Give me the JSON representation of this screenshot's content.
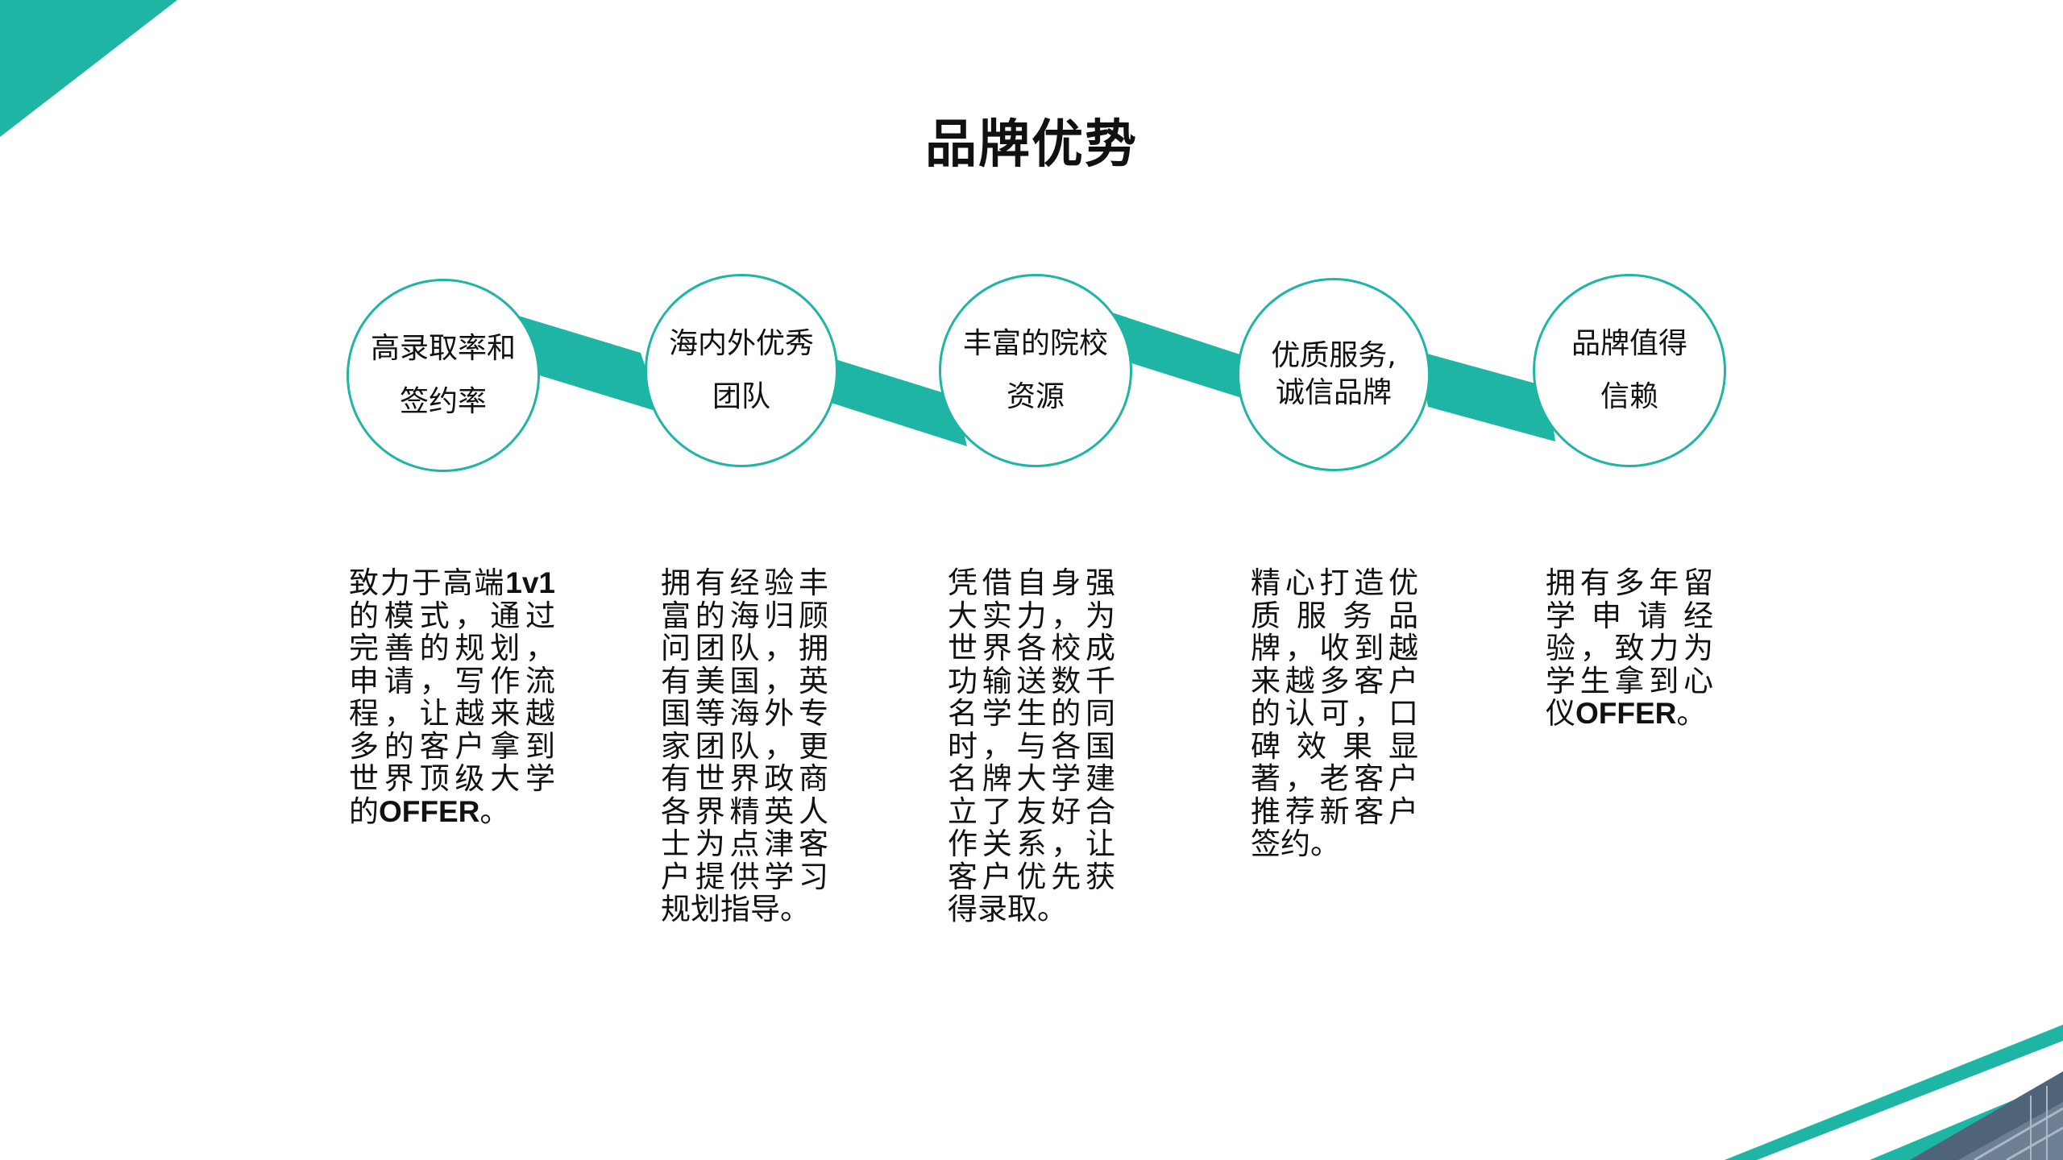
{
  "title": "品牌优势",
  "colors": {
    "accent": "#1fb5a5",
    "border": "#1fb5a5",
    "building": "#4f6478"
  },
  "items": [
    {
      "heading_lines": [
        "高录取率和",
        "签约率"
      ],
      "desc_parts": [
        {
          "text": "致力于高端",
          "bold": false
        },
        {
          "text": "1v1",
          "bold": true
        },
        {
          "text": "的模式，通过完善的规划，申请，写作流程，让越来越多的客户拿到世界顶级大学的",
          "bold": false
        },
        {
          "text": "OFFER",
          "bold": true
        },
        {
          "text": "。",
          "bold": false
        }
      ]
    },
    {
      "heading_lines": [
        "海内外优秀",
        "团队"
      ],
      "desc_parts": [
        {
          "text": "拥有经验丰富的海归顾问团队，拥有美国，英国等海外专家团队，更有世界政商各界精英人士为点津客户提供学习规划指导。",
          "bold": false
        }
      ]
    },
    {
      "heading_lines": [
        "丰富的院校",
        "资源"
      ],
      "desc_parts": [
        {
          "text": "凭借自身强大实力，为世界各校成功输送数千名学生的同时，与各国名牌大学建立了友好合作关系，让客户优先获得录取。",
          "bold": false
        }
      ]
    },
    {
      "heading_lines": [
        "优质服务,",
        "诚信品牌"
      ],
      "desc_parts": [
        {
          "text": "精心打造优质服务品牌，收到越来越多客户的认可，口碑效果显著，老客户推荐新客户签约。",
          "bold": false
        }
      ]
    },
    {
      "heading_lines": [
        "品牌值得",
        "信赖"
      ],
      "desc_parts": [
        {
          "text": "拥有多年留学申请经验，致力为学生拿到心仪",
          "bold": false
        },
        {
          "text": "OFFER",
          "bold": true
        },
        {
          "text": "。",
          "bold": false
        }
      ]
    }
  ]
}
